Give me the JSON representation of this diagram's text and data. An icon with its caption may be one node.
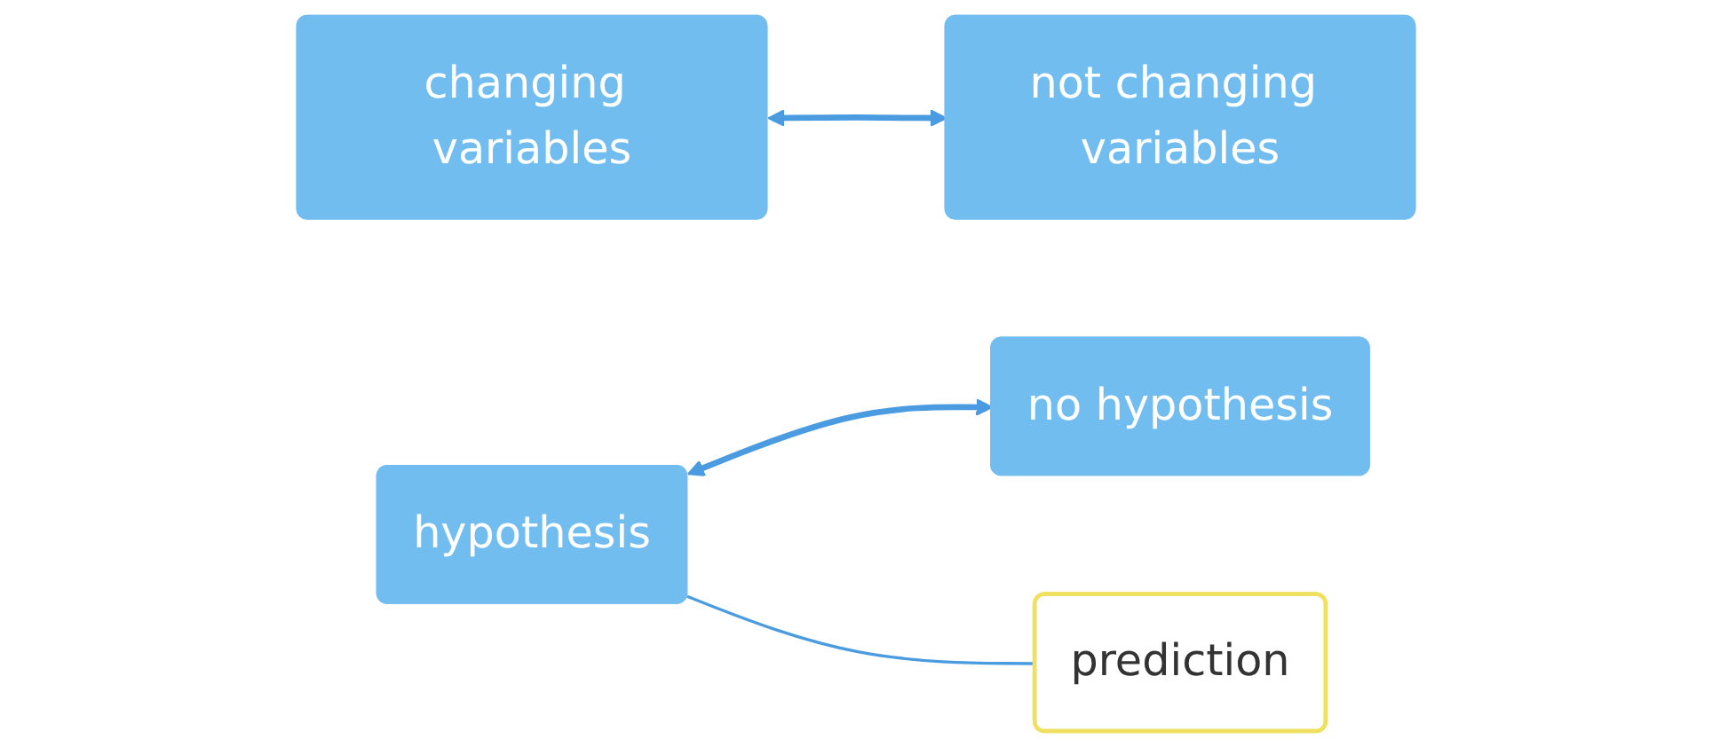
{
  "diagram": {
    "nodes": [
      {
        "text": [
          "changing variables"
        ]
      },
      {
        "text": [
          "hypothesis"
        ]
      },
      {
        "text": [
          "no hypothesis"
        ]
      },
      {
        "text": [
          "prediction"
        ]
      },
      {
        "text": [
          "not changing variables"
        ]
      }
    ],
    "edges": [
      {
        "from": 1,
        "to": 2,
        "arrow": "both"
      },
      {
        "from": 0,
        "to": 4,
        "arrow": "both"
      },
      {
        "from": 1,
        "to": 3,
        "arrow": "none"
      }
    ]
  }
}
